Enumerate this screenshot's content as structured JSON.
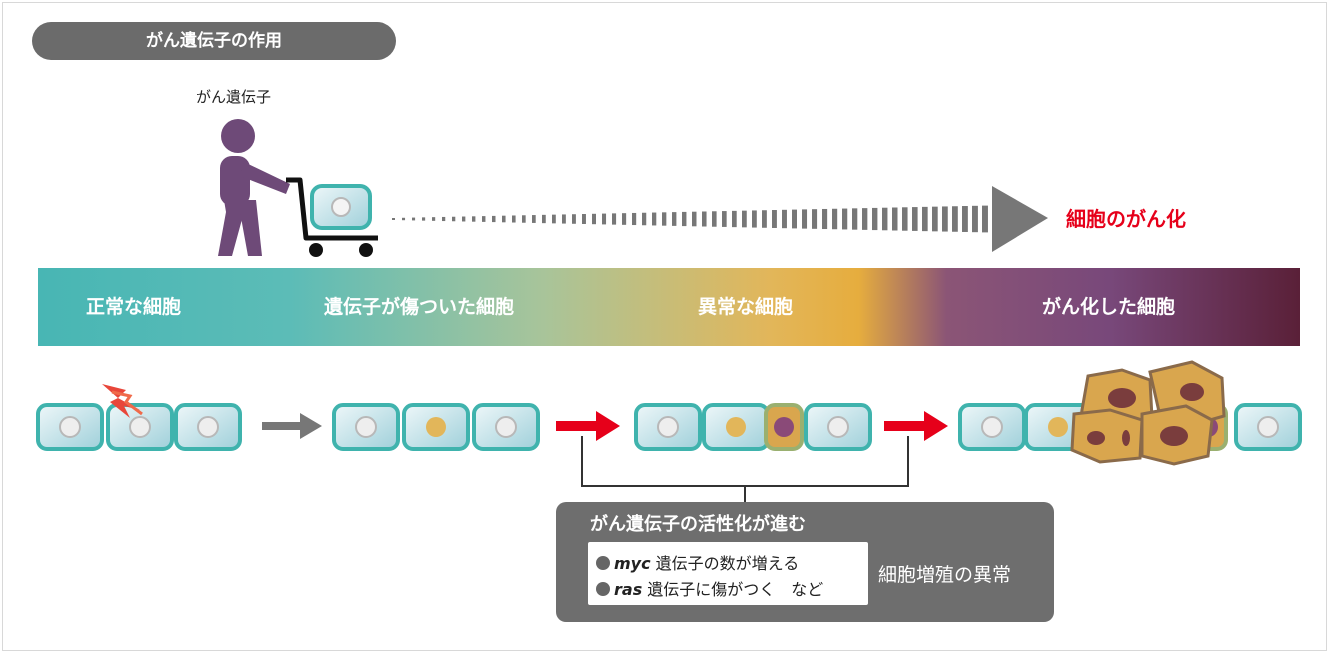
{
  "title": "がん遺伝子の作用",
  "oncogene_label": "がん遺伝子",
  "result_label": "細胞のがん化",
  "stages": [
    {
      "label": "正常な細胞"
    },
    {
      "label": "遺伝子が傷ついた細胞"
    },
    {
      "label": "異常な細胞"
    },
    {
      "label": "がん化した細胞"
    }
  ],
  "activation": {
    "title": "がん遺伝子の活性化が進む",
    "examples": [
      {
        "gene": "myc",
        "text": " 遺伝子の数が増える"
      },
      {
        "gene": "ras",
        "text": " 遺伝子に傷がつく　など"
      }
    ],
    "outcome": "細胞増殖の異常"
  },
  "colors": {
    "cell_border": "#3fb3ad",
    "cell_fill": "#d6ecf2",
    "figure": "#6e4a78",
    "arrow_gray": "#777777",
    "arrow_red": "#e6001a",
    "cancer_cell": "#d9a64e",
    "cancer_nucleus": "#7a3d3d"
  }
}
